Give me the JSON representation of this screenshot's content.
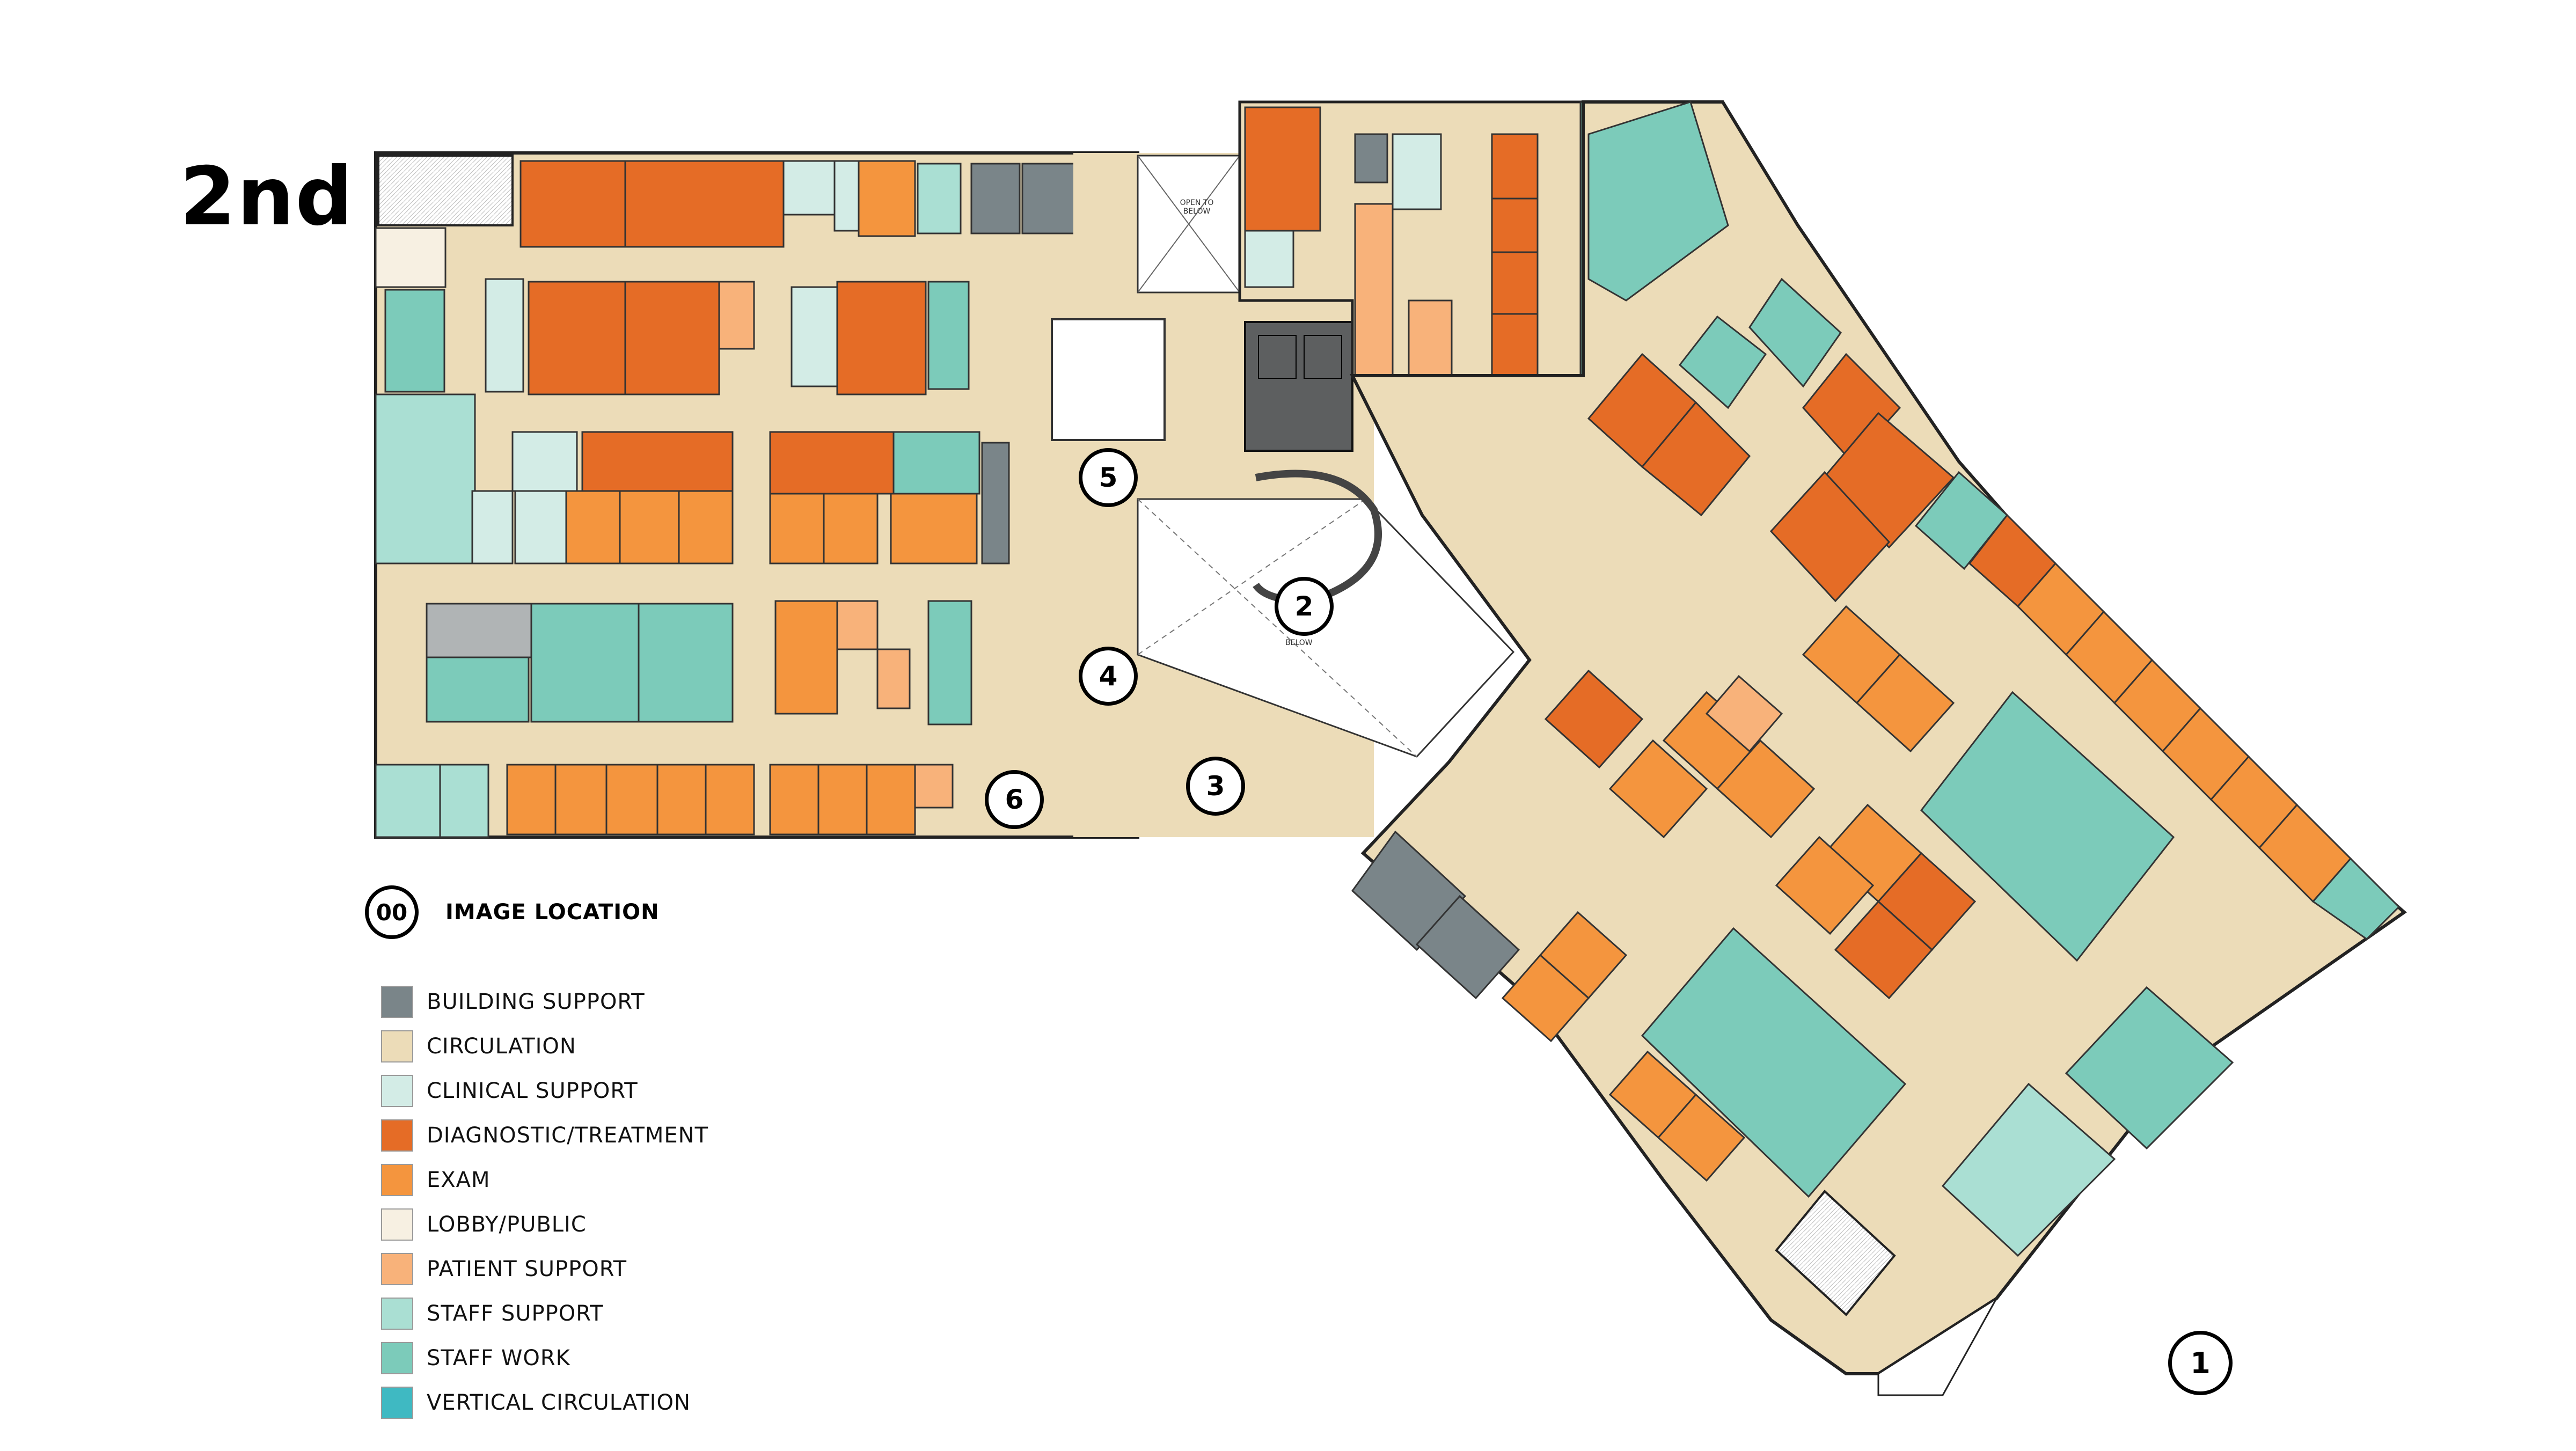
{
  "floor_title": "2nd",
  "legend": {
    "key_symbol": "00",
    "key_label": "IMAGE LOCATION",
    "categories": [
      {
        "label": "BUILDING SUPPORT",
        "color": "#7a8589"
      },
      {
        "label": "CIRCULATION",
        "color": "#ecdcb8"
      },
      {
        "label": "CLINICAL SUPPORT",
        "color": "#d3ece6"
      },
      {
        "label": "DIAGNOSTIC/TREATMENT",
        "color": "#e56c26"
      },
      {
        "label": "EXAM",
        "color": "#f4953e"
      },
      {
        "label": "LOBBY/PUBLIC",
        "color": "#f7f0e2"
      },
      {
        "label": "PATIENT SUPPORT",
        "color": "#f8b27a"
      },
      {
        "label": "STAFF SUPPORT",
        "color": "#aadfd3"
      },
      {
        "label": "STAFF WORK",
        "color": "#7ccbba"
      },
      {
        "label": "VERTICAL CIRCULATION",
        "color": "#3fb9c2"
      }
    ]
  },
  "markers": [
    "1",
    "2",
    "3",
    "4",
    "5",
    "6"
  ],
  "plan_labels": {
    "open_to_below": "OPEN TO BELOW",
    "below": "BELOW"
  }
}
